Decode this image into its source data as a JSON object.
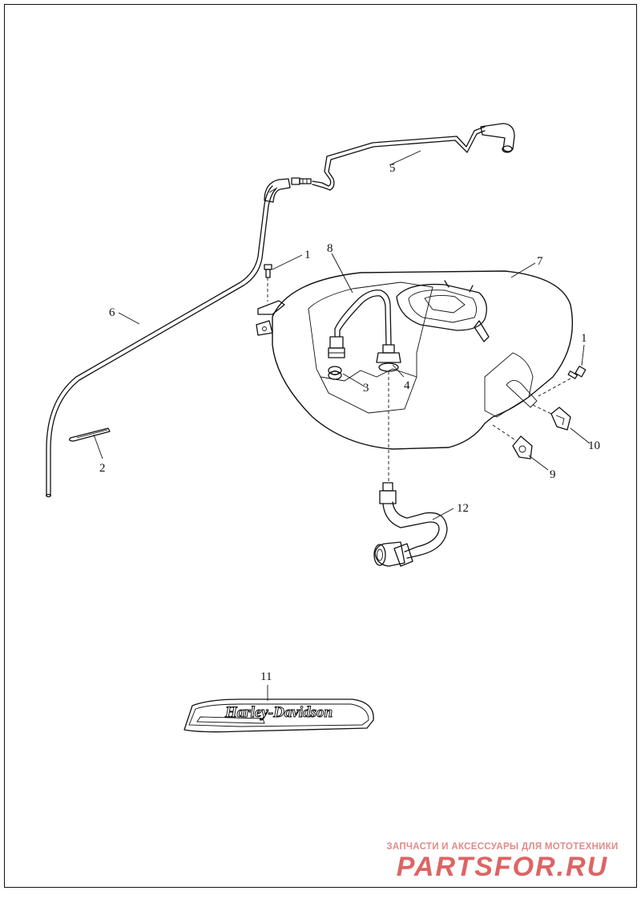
{
  "callouts": [
    {
      "id": "c1a",
      "label": "1"
    },
    {
      "id": "c1b",
      "label": "1"
    },
    {
      "id": "c2",
      "label": "2"
    },
    {
      "id": "c3",
      "label": "3"
    },
    {
      "id": "c4",
      "label": "4"
    },
    {
      "id": "c5",
      "label": "5"
    },
    {
      "id": "c6",
      "label": "6"
    },
    {
      "id": "c7",
      "label": "7"
    },
    {
      "id": "c8",
      "label": "8"
    },
    {
      "id": "c9",
      "label": "9"
    },
    {
      "id": "c10",
      "label": "10"
    },
    {
      "id": "c11",
      "label": "11"
    },
    {
      "id": "c12",
      "label": "12"
    }
  ],
  "badge": {
    "text": "Harley-Davidson"
  },
  "watermark": {
    "line1": "ЗАПЧАСТИ И АКСЕССУАРЫ ДЛЯ МОТОТЕХНИКИ",
    "line2": "PARTSFOR.RU"
  }
}
